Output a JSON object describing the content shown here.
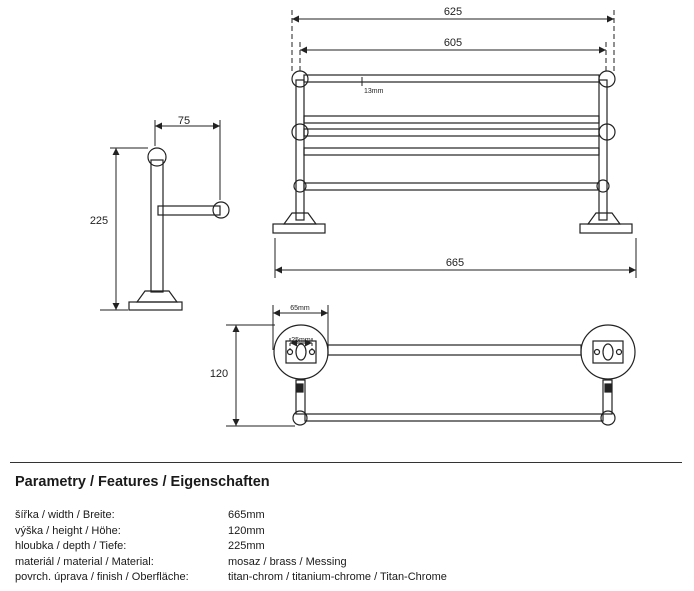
{
  "drawing": {
    "dims": {
      "front_outer_width": "625",
      "front_inner_width": "605",
      "rail_gap": "13mm",
      "side_depth": "75",
      "side_height": "225",
      "front_total_width": "665",
      "top_bracket_width": "65mm",
      "top_screw_spacing": "25mm",
      "top_depth": "120"
    }
  },
  "features": {
    "heading": "Parametry / Features / Eigenschaften",
    "rows": [
      {
        "label": "šířka / width / Breite:",
        "value": "665mm"
      },
      {
        "label": "výška / height / Höhe:",
        "value": "120mm"
      },
      {
        "label": "hloubka / depth / Tiefe:",
        "value": "225mm"
      },
      {
        "label": "materiál / material / Material:",
        "value": "mosaz / brass / Messing"
      },
      {
        "label": "povrch. úprava / finish / Oberfläche:",
        "value": "titan-chrom / titanium-chrome / Titan-Chrome"
      }
    ]
  }
}
